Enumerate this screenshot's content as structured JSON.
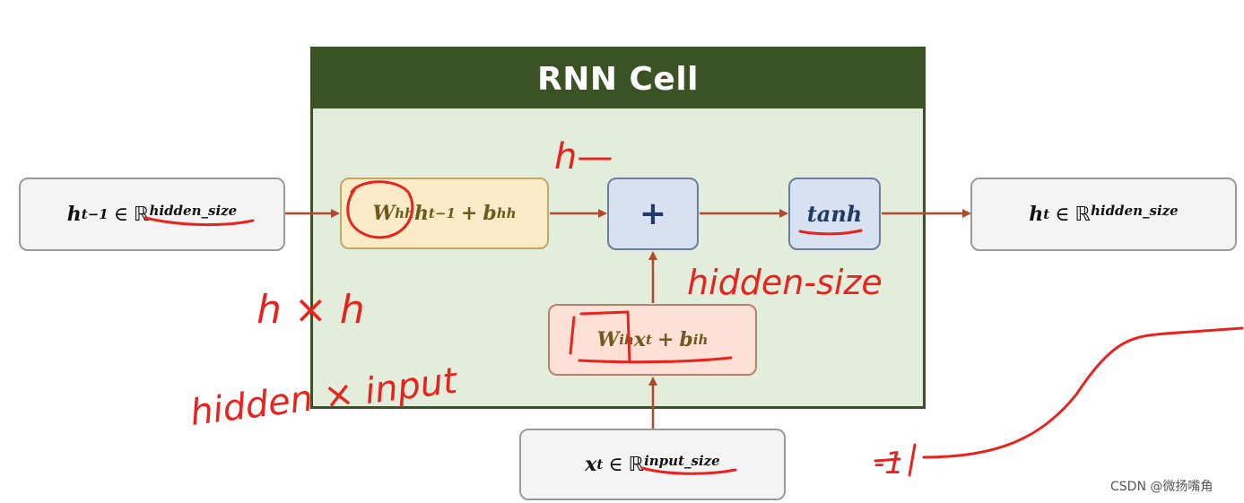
{
  "cell": {
    "title": "RNN Cell"
  },
  "hprev": {
    "var": "h",
    "sub": "t−1",
    "in": "∈",
    "space": "ℝ",
    "dim": "hidden_size"
  },
  "hout": {
    "var": "h",
    "sub": "t",
    "in": "∈",
    "space": "ℝ",
    "dim": "hidden_size"
  },
  "xin": {
    "var": "x",
    "sub": "t",
    "in": "∈",
    "space": "ℝ",
    "dim": "input_size"
  },
  "whh_term": {
    "w": "W",
    "w_sub": "hh",
    "var": "h",
    "var_sub": "t−1",
    "plus": "+",
    "b": "b",
    "b_sub": "hh"
  },
  "wih_term": {
    "w": "W",
    "w_sub": "ih",
    "var": "x",
    "var_sub": "t",
    "plus": "+",
    "b": "b",
    "b_sub": "ih"
  },
  "sum_op": "+",
  "activation": "tanh",
  "handwriting": {
    "h_dash": "h—",
    "h_by_h": "h × h",
    "hidden_by_input": "hidden × input",
    "hidden_size": "hidden-size",
    "minus_one": "-1"
  },
  "watermark": "CSDN @微扬嘴角",
  "colors": {
    "header": "#3a5224",
    "cell_fill": "#e2eedb",
    "arrow": "#b5472a",
    "ink": "#e8231e"
  }
}
